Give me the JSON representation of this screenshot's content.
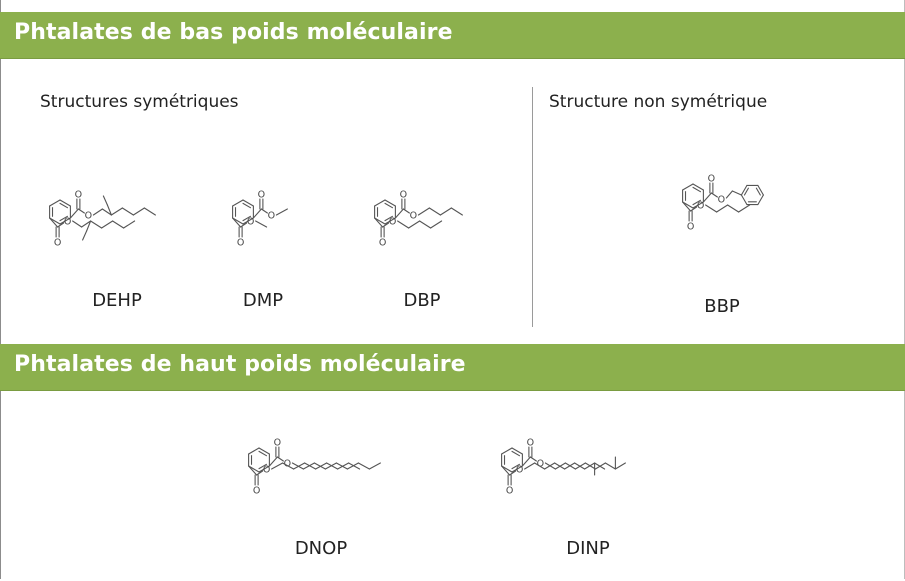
{
  "sections": {
    "low": {
      "title": "Phtalates de bas poids moléculaire",
      "symmetric_heading": "Structures symétriques",
      "asymmetric_heading": "Structure non symétrique"
    },
    "high": {
      "title": "Phtalates de haut poids moléculaire"
    }
  },
  "molecules": [
    {
      "id": "dehp",
      "label": "DEHP"
    },
    {
      "id": "dmp",
      "label": "DMP"
    },
    {
      "id": "dbp",
      "label": "DBP"
    },
    {
      "id": "bbp",
      "label": "BBP"
    },
    {
      "id": "dnop",
      "label": "DNOP"
    },
    {
      "id": "dinp",
      "label": "DINP"
    }
  ],
  "atoms": {
    "oxygen": "O"
  },
  "colors": {
    "band": "#8cb04d",
    "band_text": "#ffffff",
    "bond": "#555555",
    "divider": "#9a9a9a"
  }
}
